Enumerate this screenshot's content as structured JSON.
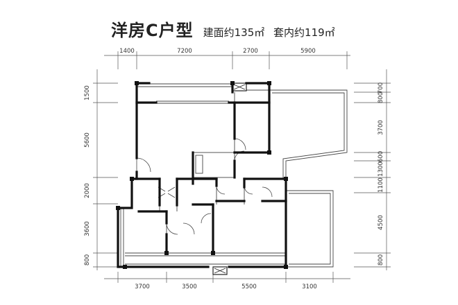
{
  "title": "洋房C户型",
  "area": {
    "built": "建面约135㎡",
    "inner": "套内约119㎡"
  },
  "dims_top": [
    "1400",
    "7200",
    "2700",
    "5900"
  ],
  "dims_bottom": [
    "3700",
    "3500",
    "5500",
    "3100"
  ],
  "dims_left": [
    "1500",
    "5600",
    "2000",
    "3600",
    "800"
  ],
  "dims_right": [
    "700",
    "800",
    "3700",
    "600",
    "1300",
    "1100",
    "4500",
    "800"
  ],
  "colors": {
    "wall": "#111111",
    "line": "#555555",
    "dim": "#333333"
  }
}
